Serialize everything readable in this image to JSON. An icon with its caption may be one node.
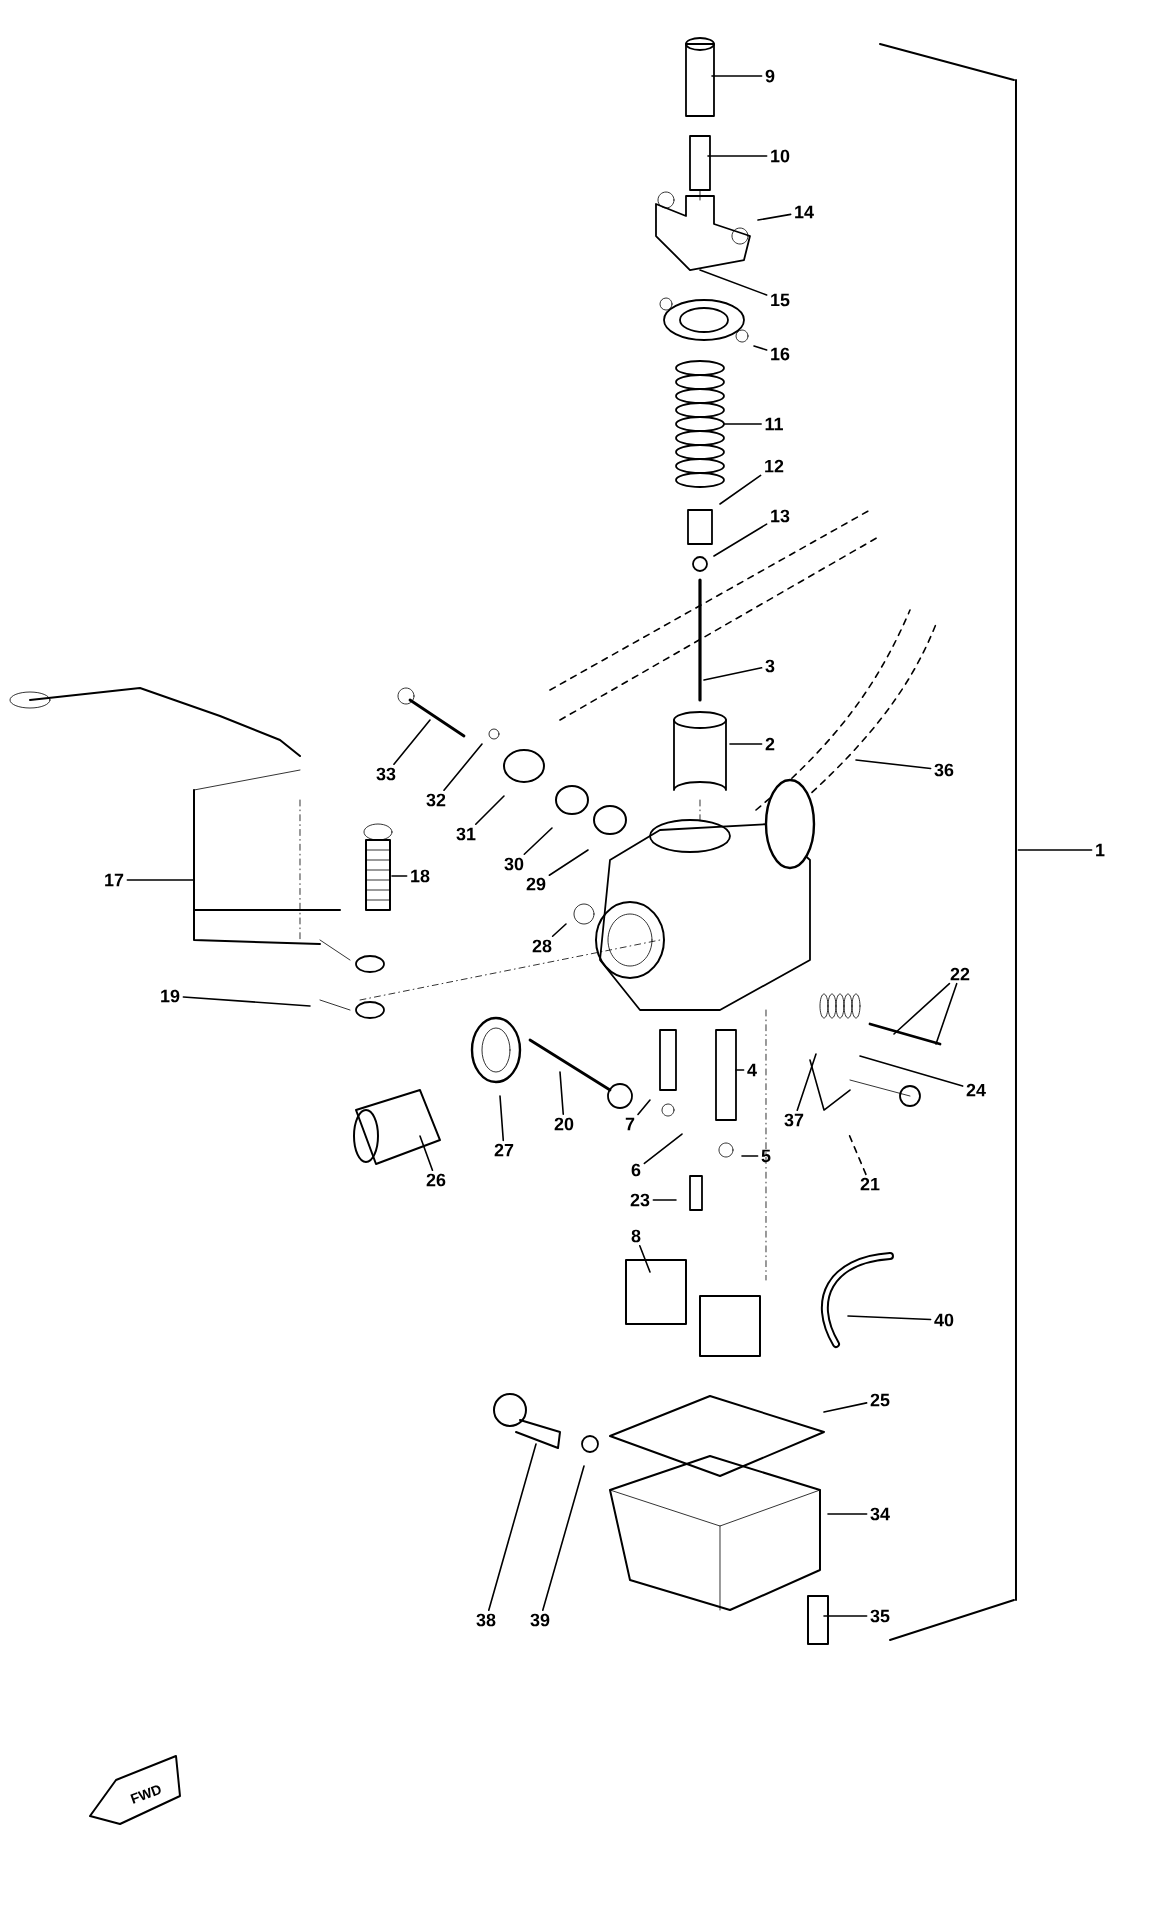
{
  "diagram": {
    "nodes": [
      {
        "text": [
          "9"
        ]
      },
      {
        "text": [
          "10"
        ]
      },
      {
        "text": [
          "14"
        ]
      },
      {
        "text": [
          "15"
        ]
      },
      {
        "text": [
          "16"
        ]
      },
      {
        "text": [
          "11"
        ]
      },
      {
        "text": [
          "12"
        ]
      },
      {
        "text": [
          "13"
        ]
      },
      {
        "text": [
          "3"
        ]
      },
      {
        "text": [
          "2"
        ]
      },
      {
        "text": [
          "36"
        ]
      },
      {
        "text": [
          "1"
        ]
      },
      {
        "text": [
          "33"
        ]
      },
      {
        "text": [
          "32"
        ]
      },
      {
        "text": [
          "31"
        ]
      },
      {
        "text": [
          "30"
        ]
      },
      {
        "text": [
          "29"
        ]
      },
      {
        "text": [
          "28"
        ]
      },
      {
        "text": [
          "17"
        ]
      },
      {
        "text": [
          "18"
        ]
      },
      {
        "text": [
          "19"
        ]
      },
      {
        "text": [
          "22"
        ]
      },
      {
        "text": [
          "24"
        ]
      },
      {
        "text": [
          "37"
        ]
      },
      {
        "text": [
          "21"
        ]
      },
      {
        "text": [
          "20"
        ]
      },
      {
        "text": [
          "7"
        ]
      },
      {
        "text": [
          "4"
        ]
      },
      {
        "text": [
          "6"
        ]
      },
      {
        "text": [
          "5"
        ]
      },
      {
        "text": [
          "23"
        ]
      },
      {
        "text": [
          "26"
        ]
      },
      {
        "text": [
          "27"
        ]
      },
      {
        "text": [
          "8"
        ]
      },
      {
        "text": [
          "40"
        ]
      },
      {
        "text": [
          "25"
        ]
      },
      {
        "text": [
          "34"
        ]
      },
      {
        "text": [
          "35"
        ]
      },
      {
        "text": [
          "38"
        ]
      },
      {
        "text": [
          "39"
        ]
      },
      {
        "text": [],
        "shape": "bracket"
      }
    ],
    "edges": [
      {
        "from": 0,
        "to": null,
        "arrow": "none"
      },
      {
        "from": 1,
        "to": null,
        "arrow": "none"
      },
      {
        "from": 2,
        "to": null,
        "arrow": "none"
      },
      {
        "from": 3,
        "to": null,
        "arrow": "none"
      },
      {
        "from": 4,
        "to": null,
        "arrow": "none"
      },
      {
        "from": 5,
        "to": null,
        "arrow": "none"
      },
      {
        "from": 6,
        "to": null,
        "arrow": "none"
      },
      {
        "from": 7,
        "to": null,
        "arrow": "none"
      },
      {
        "from": 8,
        "to": null,
        "arrow": "none"
      },
      {
        "from": 9,
        "to": null,
        "arrow": "none"
      },
      {
        "from": 10,
        "to": null,
        "arrow": "none"
      },
      {
        "from": 11,
        "to": 40,
        "arrow": "none"
      },
      {
        "from": 12,
        "to": null,
        "arrow": "none"
      },
      {
        "from": 13,
        "to": null,
        "arrow": "none"
      },
      {
        "from": 14,
        "to": null,
        "arrow": "none"
      },
      {
        "from": 15,
        "to": null,
        "arrow": "none"
      },
      {
        "from": 16,
        "to": null,
        "arrow": "none"
      },
      {
        "from": 17,
        "to": null,
        "arrow": "none"
      },
      {
        "from": 18,
        "to": null,
        "arrow": "none"
      },
      {
        "from": 19,
        "to": null,
        "arrow": "none"
      },
      {
        "from": 20,
        "to": null,
        "arrow": "none"
      },
      {
        "from": 21,
        "to": null,
        "arrow": "none"
      },
      {
        "from": 21,
        "to": null,
        "arrow": "none"
      },
      {
        "from": 22,
        "to": null,
        "arrow": "none"
      },
      {
        "from": 23,
        "to": null,
        "arrow": "none"
      },
      {
        "from": 24,
        "to": null,
        "arrow": "none",
        "style": "dashed"
      },
      {
        "from": 25,
        "to": null,
        "arrow": "none"
      },
      {
        "from": 26,
        "to": null,
        "arrow": "none"
      },
      {
        "from": 27,
        "to": null,
        "arrow": "none"
      },
      {
        "from": 28,
        "to": null,
        "arrow": "none"
      },
      {
        "from": 29,
        "to": null,
        "arrow": "none"
      },
      {
        "from": 30,
        "to": null,
        "arrow": "none"
      },
      {
        "from": 31,
        "to": null,
        "arrow": "none"
      },
      {
        "from": 32,
        "to": null,
        "arrow": "none"
      },
      {
        "from": 33,
        "to": null,
        "arrow": "none"
      },
      {
        "from": 34,
        "to": null,
        "arrow": "none"
      },
      {
        "from": 35,
        "to": null,
        "arrow": "none"
      },
      {
        "from": 36,
        "to": null,
        "arrow": "none"
      },
      {
        "from": 37,
        "to": null,
        "arrow": "none"
      },
      {
        "from": 38,
        "to": null,
        "arrow": "none"
      },
      {
        "from": 39,
        "to": null,
        "arrow": "none"
      }
    ],
    "labels": [
      "FWD"
    ]
  }
}
